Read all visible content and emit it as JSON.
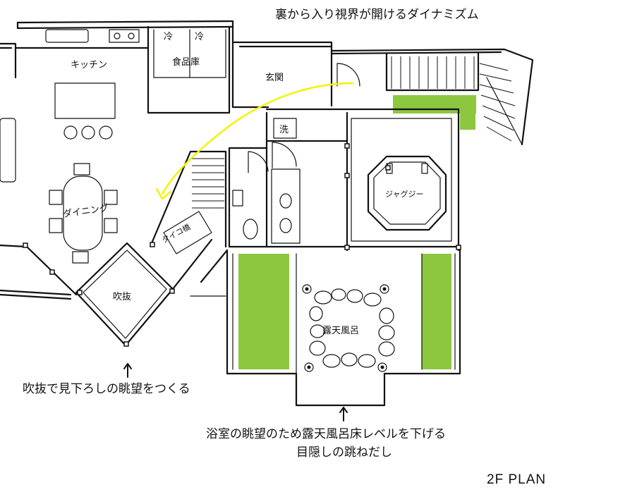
{
  "rooms": {
    "kitchen": "キッチン",
    "pantry": "食品庫",
    "fridge1": "冷",
    "fridge2": "冷",
    "entrance": "玄関",
    "wash": "洗",
    "jacuzzi": "ジャグジー",
    "dining": "ダイニング",
    "taiko_bridge": "タイコ橋",
    "void": "吹抜",
    "open_bath": "露天風呂"
  },
  "notes": {
    "top": "裏から入り視界が開けるダイナミズム",
    "left": "吹抜で見下ろしの眺望をつくる",
    "bottom_line1": "浴室の眺望のため露天風呂床レベルを下げる",
    "bottom_line2": "目隠しの跳ねだし"
  },
  "title": "2F PLAN",
  "colors": {
    "greenery": "#8dc63f",
    "sight_line": "#f5f200",
    "ink": "#111111"
  }
}
